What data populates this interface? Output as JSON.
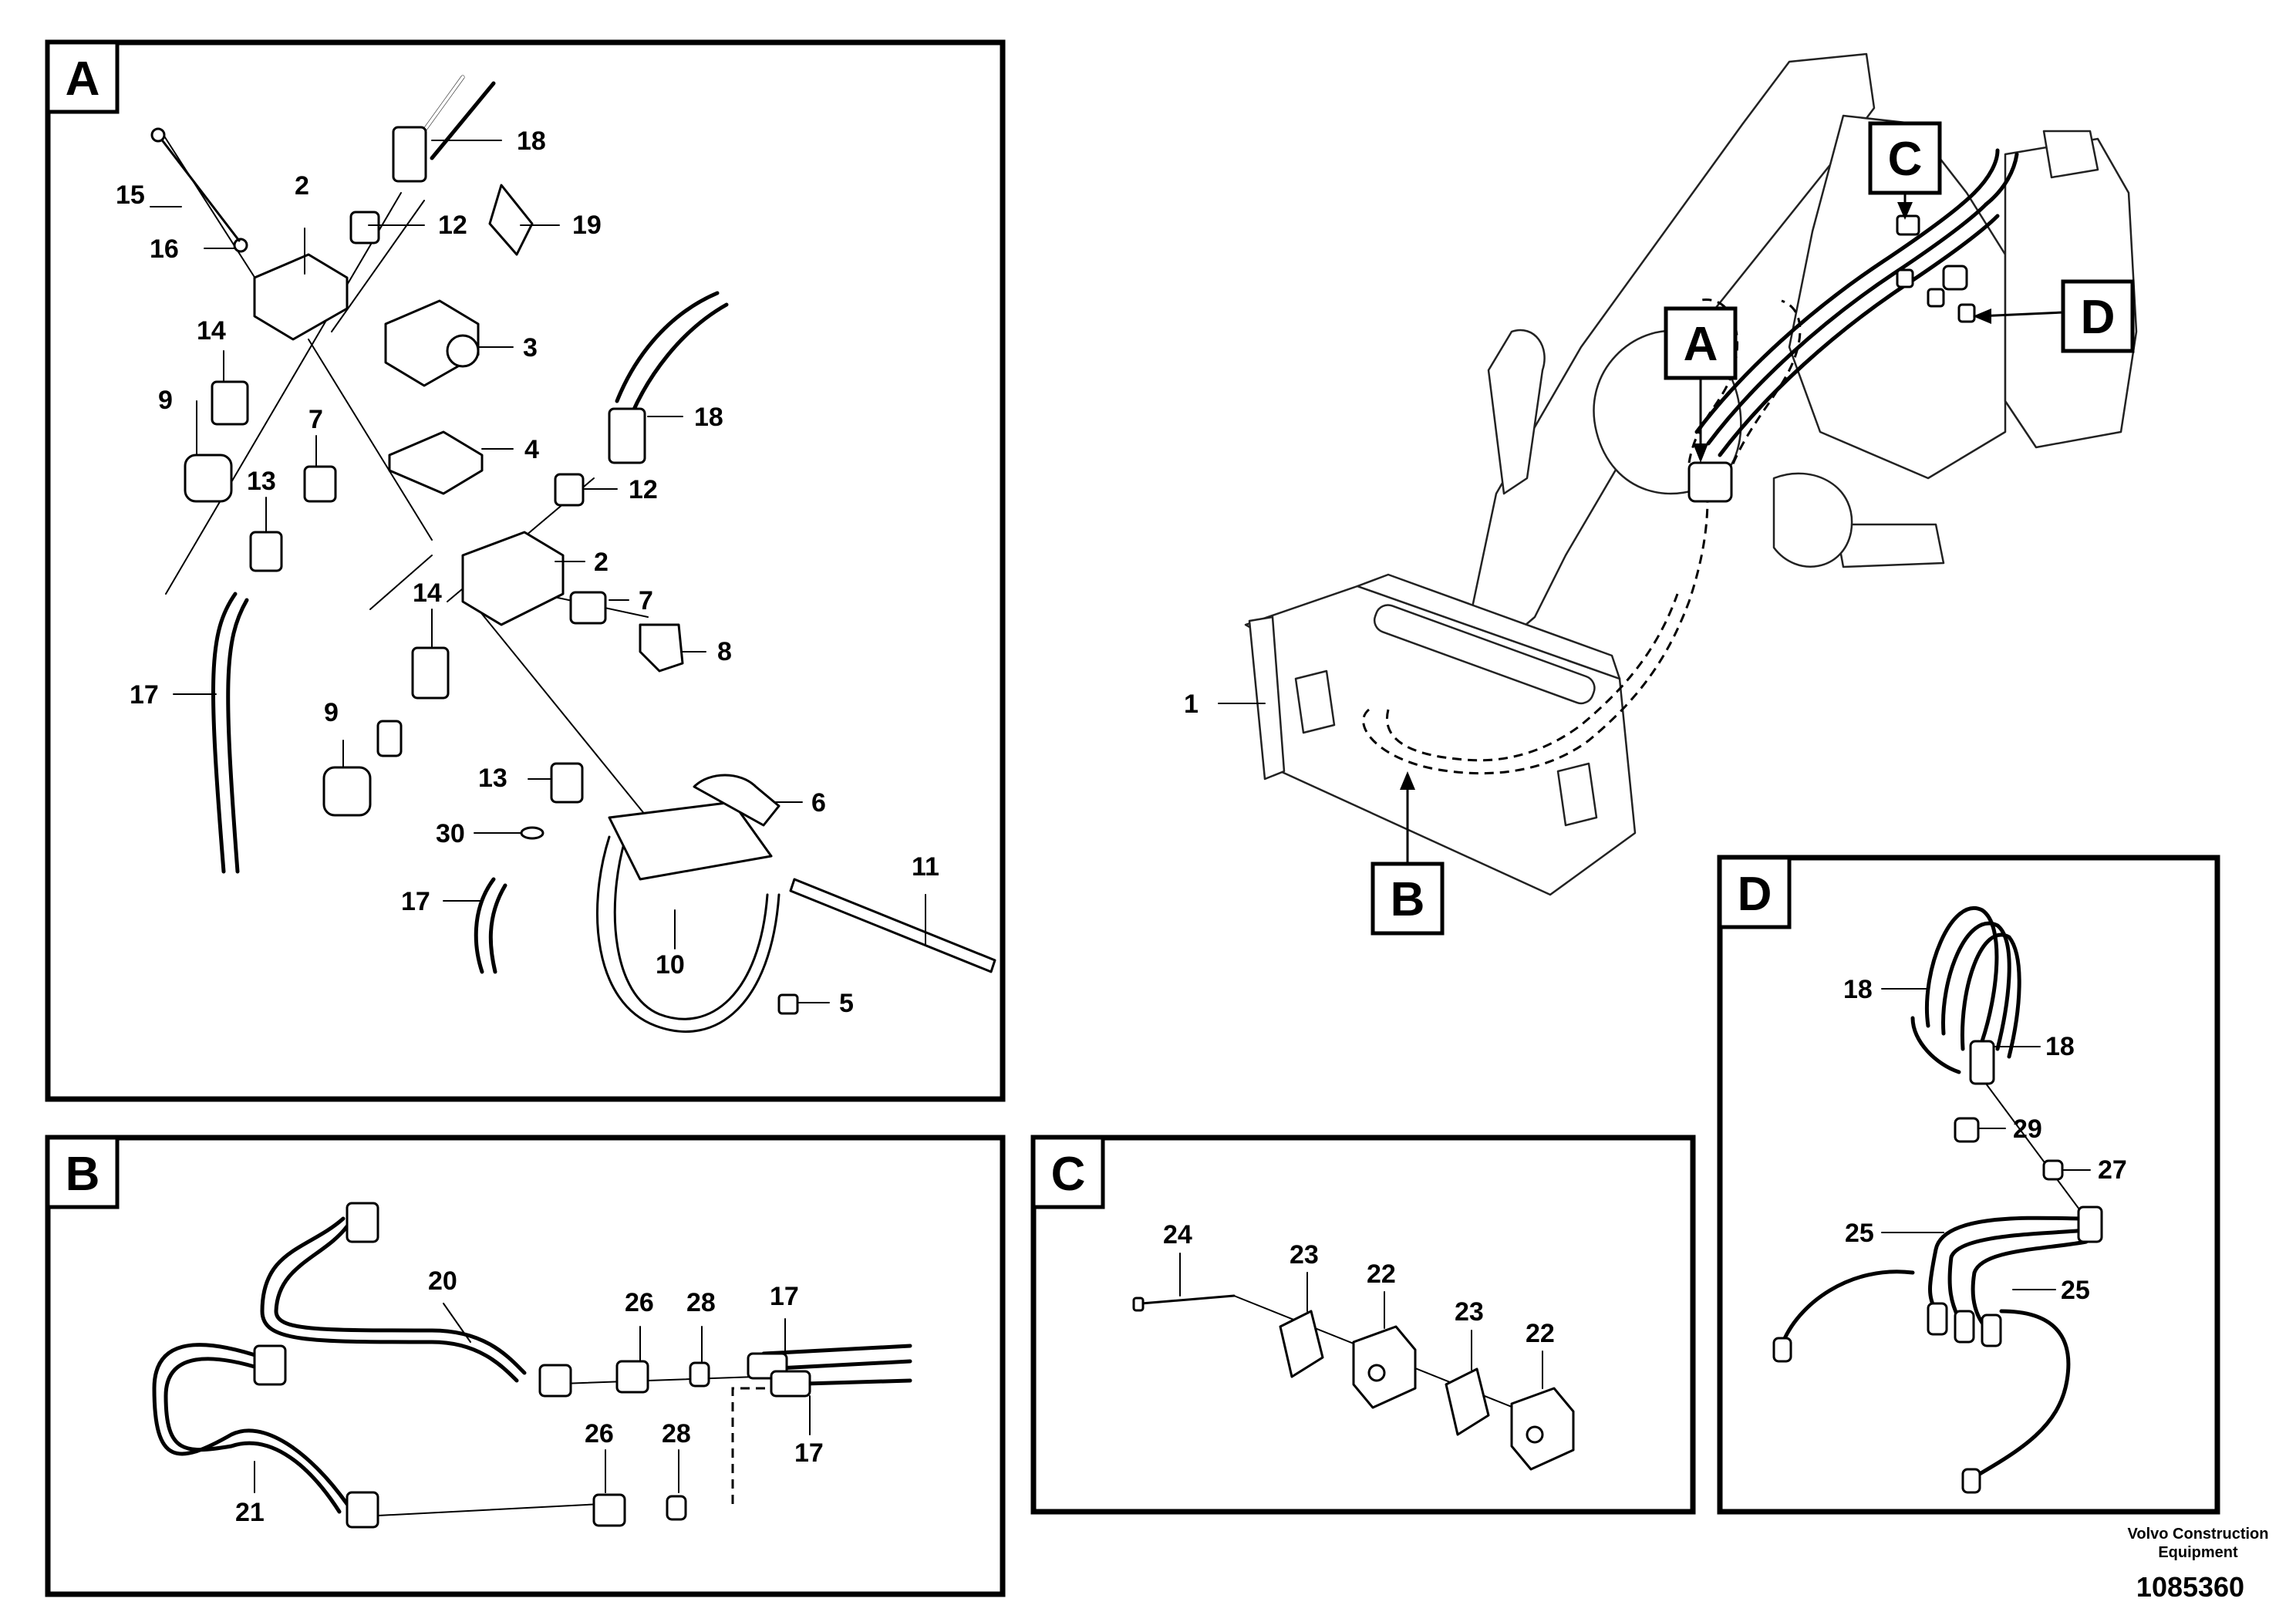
{
  "panels": {
    "A": {
      "label": "A"
    },
    "B": {
      "label": "B"
    },
    "C": {
      "label": "C"
    },
    "D": {
      "label": "D"
    }
  },
  "overview": {
    "tags": [
      "A",
      "B",
      "C",
      "D"
    ],
    "callout_1": "1"
  },
  "callouts_A": [
    "18",
    "15",
    "2",
    "12",
    "19",
    "16",
    "14",
    "3",
    "9",
    "7",
    "4",
    "13",
    "18",
    "12",
    "2",
    "14",
    "7",
    "8",
    "17",
    "9",
    "13",
    "6",
    "30",
    "11",
    "17",
    "10",
    "5"
  ],
  "callouts_B": [
    "20",
    "26",
    "28",
    "17",
    "17",
    "26",
    "28",
    "21"
  ],
  "callouts_C": [
    "24",
    "23",
    "22",
    "23",
    "22"
  ],
  "callouts_D": [
    "18",
    "18",
    "29",
    "27",
    "25",
    "25"
  ],
  "footer": {
    "company_line1": "Volvo Construction",
    "company_line2": "Equipment",
    "drawing_number": "1085360"
  }
}
